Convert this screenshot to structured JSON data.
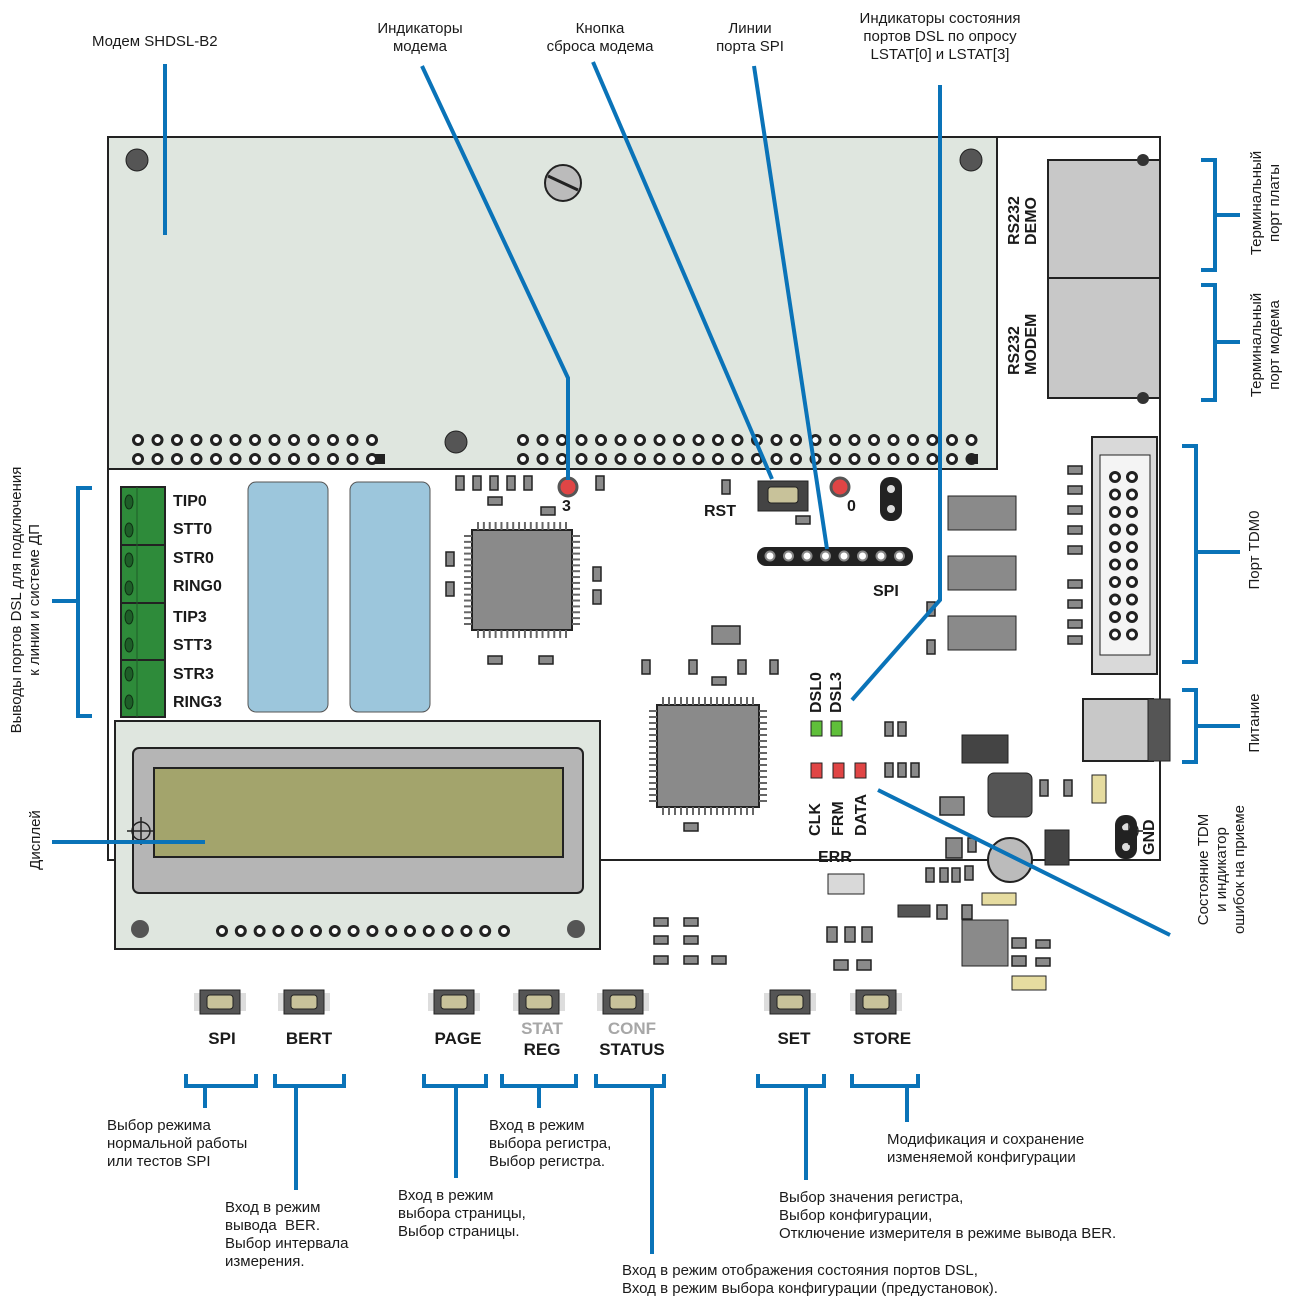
{
  "top_callouts": {
    "modem": "Модем SHDSL-B2",
    "modem_indicators": "Индикаторы\nмодема",
    "reset_button": "Кнопка\nсброса модема",
    "spi_lines": "Линии\nпорта SPI",
    "dsl_status": "Индикаторы состояния\nпортов DSL по опросу\nLSTAT[0] и LSTAT[3]"
  },
  "side_callouts": {
    "dsl_outputs": "Выводы портов DSL для подключения\nк линии и системе ДП",
    "display": "Дисплей",
    "board_terminal": "Терминальный\nпорт платы",
    "modem_terminal": "Терминальный\nпорт модема",
    "tdm_port": "Порт TDM0",
    "power": "Питание",
    "tdm_state": "Состояние TDM\nи индикатор\nошибок на приеме"
  },
  "pcb_labels": {
    "terminals": [
      "TIP0",
      "STT0",
      "STR0",
      "RING0",
      "TIP3",
      "STT3",
      "STR3",
      "RING3"
    ],
    "led3": "3",
    "led0": "0",
    "rst": "RST",
    "spi": "SPI",
    "rs232_demo": "RS232\nDEMO",
    "rs232_modem": "RS232\nMODEM",
    "dsl0": "DSL0",
    "dsl3": "DSL3",
    "clk": "CLK",
    "frm": "FRM",
    "data": "DATA",
    "err": "ERR",
    "gnd": "GND"
  },
  "buttons": {
    "spi": "SPI",
    "bert": "BERT",
    "page": "PAGE",
    "stat": "STAT",
    "reg": "REG",
    "conf": "CONF",
    "status": "STATUS",
    "set": "SET",
    "store": "STORE"
  },
  "bottom_callouts": {
    "spi_mode": "Выбор режима\nнормальной работы\nили тестов SPI",
    "ber": "Вход в режим\nвывода  BER.\nВыбор интервала\nизмерения.",
    "page": "Вход в режим\nвыбора страницы,\nВыбор страницы.",
    "reg": "Вход в режим\nвыбора регистра,\nВыбор регистра.",
    "status": "Вход в режим отображения состояния портов DSL,\nВход в режим выбора конфигурации (предустановок).",
    "set": "Выбор значения регистра,\nВыбор конфигурации,\nОтключение измерителя в режиме вывода BER.",
    "store": "Модификация и сохранение\nизменяемой конфигурации"
  },
  "colors": {
    "callout_line": "#0a73b8",
    "pcb_fill": "#ffffff",
    "modem_fill": "#dfe6df",
    "terminal_green": "#2e8b3a",
    "relay_blue": "#9cc6dc",
    "lcd_fill": "#a3a46c",
    "led_green": "#5fbf3a",
    "led_red": "#e04545"
  }
}
